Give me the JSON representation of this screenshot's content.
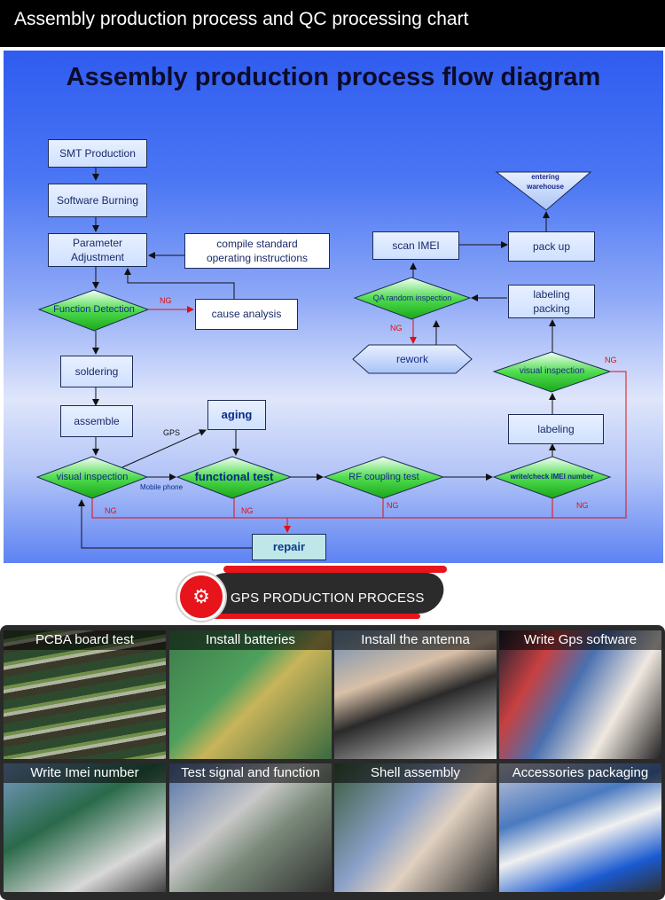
{
  "header": {
    "title": "Assembly production process and QC processing chart"
  },
  "diagram": {
    "title": "Assembly production process flow diagram",
    "nodes": {
      "smt": "SMT Production",
      "software": "Software Burning",
      "parameter": "Parameter Adjustment",
      "compile": "compile standard operating instructions",
      "function_detection": "Function Detection",
      "cause": "cause analysis",
      "soldering": "soldering",
      "assemble": "assemble",
      "aging": "aging",
      "visual1": "visual inspection",
      "functional": "functional test",
      "rf": "RF coupling test",
      "imei": "write/check IMEI number",
      "repair": "repair",
      "labeling": "labeling",
      "visual2": "visual inspection",
      "labeling_packing": "labeling packing",
      "qa": "QA random inspection",
      "rework": "rework",
      "scan": "scan IMEI",
      "pack": "pack up",
      "warehouse": "entering warehouse"
    },
    "tags": {
      "ng": "NG",
      "gps": "GPS",
      "mobile": "Mobile phone"
    }
  },
  "banner": {
    "label": "GPS PRODUCTION PROCESS",
    "icon": "gears-icon"
  },
  "gallery": [
    {
      "caption": "PCBA board test"
    },
    {
      "caption": "Install batteries"
    },
    {
      "caption": "Install the antenna"
    },
    {
      "caption": "Write Gps software"
    },
    {
      "caption": "Write Imei number"
    },
    {
      "caption": "Test signal and function"
    },
    {
      "caption": "Shell assembly"
    },
    {
      "caption": "Accessories packaging"
    }
  ],
  "colors": {
    "diagram_blue": "#2f5cf0",
    "diamond_green": "#33cc33",
    "accent_red": "#e8141c"
  }
}
